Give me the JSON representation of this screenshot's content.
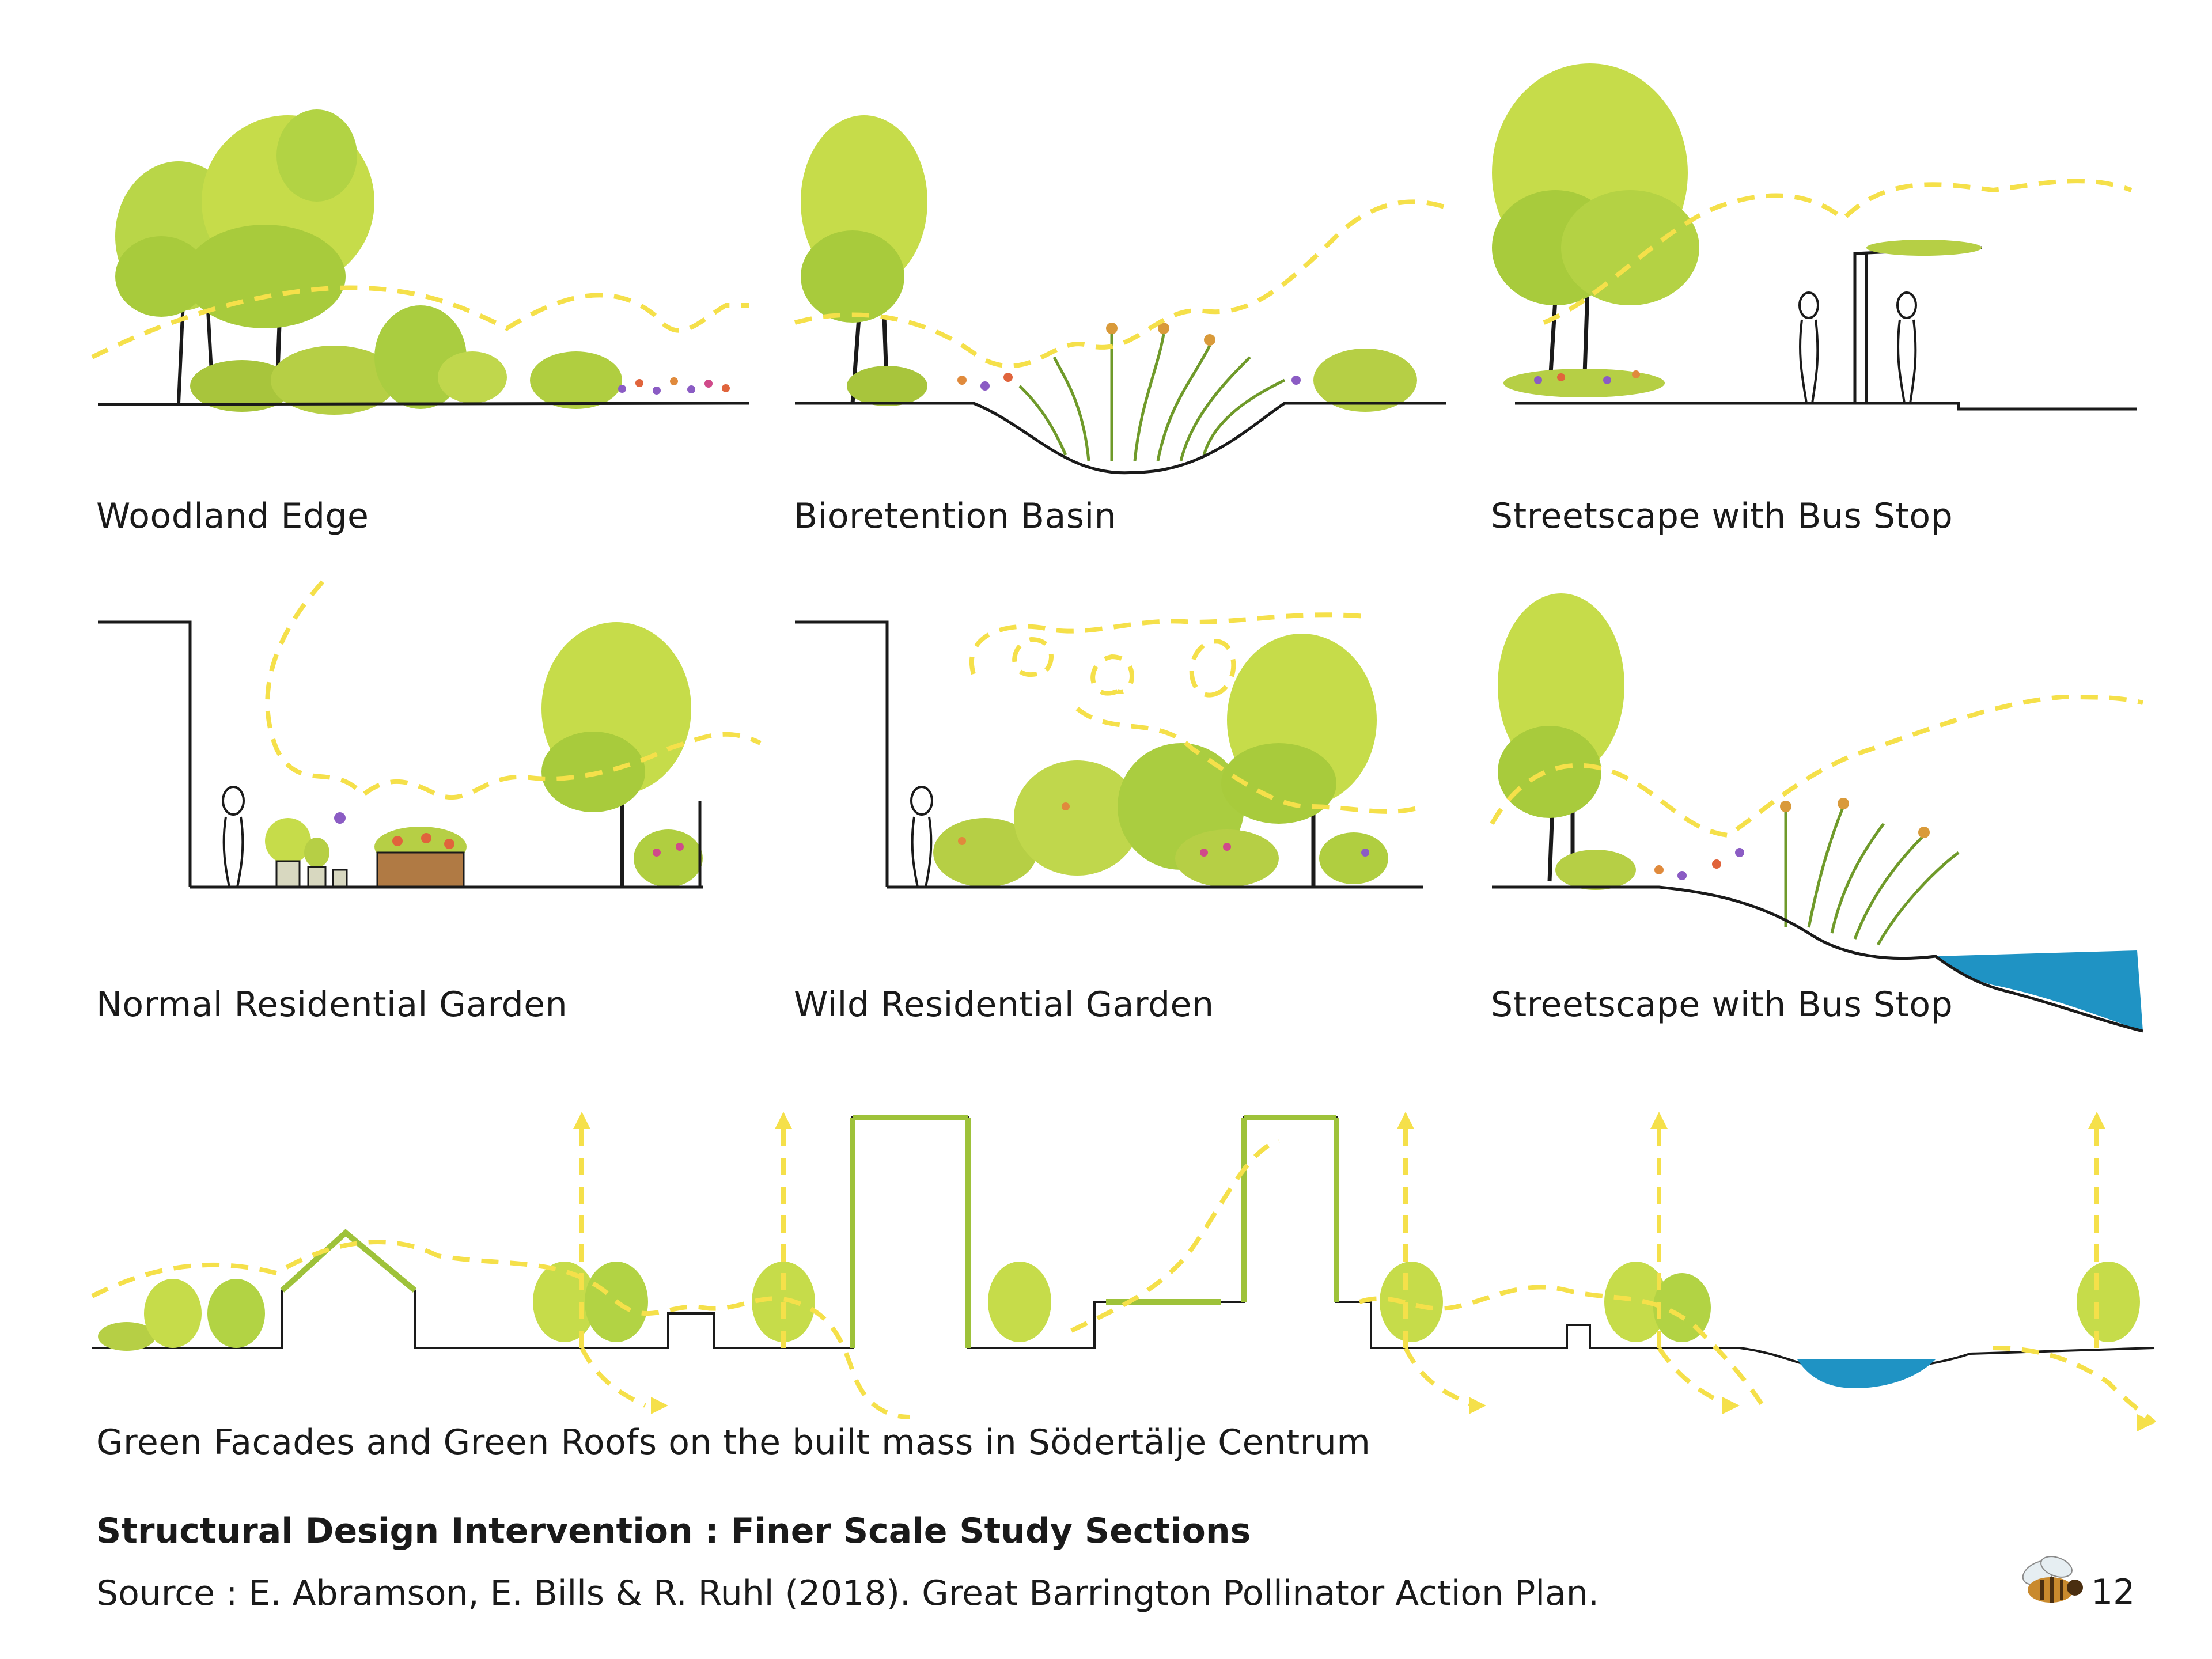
{
  "panels": [
    {
      "id": "woodland-edge",
      "caption": "Woodland Edge"
    },
    {
      "id": "bioretention-basin",
      "caption": "Bioretention Basin"
    },
    {
      "id": "streetscape-bus-stop",
      "caption": "Streetscape with Bus Stop"
    },
    {
      "id": "normal-residential-garden",
      "caption": "Normal Residential Garden"
    },
    {
      "id": "wild-residential-garden",
      "caption": "Wild Residential Garden"
    },
    {
      "id": "streetscape-waterfront",
      "caption": "Streetscape with Bus Stop"
    }
  ],
  "long_section": {
    "caption": "Green Facades and Green Roofs on the built mass in Södertälje Centrum"
  },
  "footer": {
    "title": "Structural Design Intervention : Finer Scale Study Sections",
    "source": "Source : E. Abramson, E. Bills & R. Ruhl (2018). Great Barrington Pollinator Action Plan.",
    "page_number": "12"
  },
  "colors": {
    "foliage_light": "#c6dc4a",
    "foliage_mid": "#9ec23a",
    "foliage_dark": "#6f9a2a",
    "flight_path": "#f5e04a",
    "water": "#1f93c4",
    "ink": "#1a1a1a",
    "planter_wood": "#b07a44"
  },
  "icons": [
    "bee-icon",
    "arrow-up-icon",
    "arrow-right-icon"
  ]
}
